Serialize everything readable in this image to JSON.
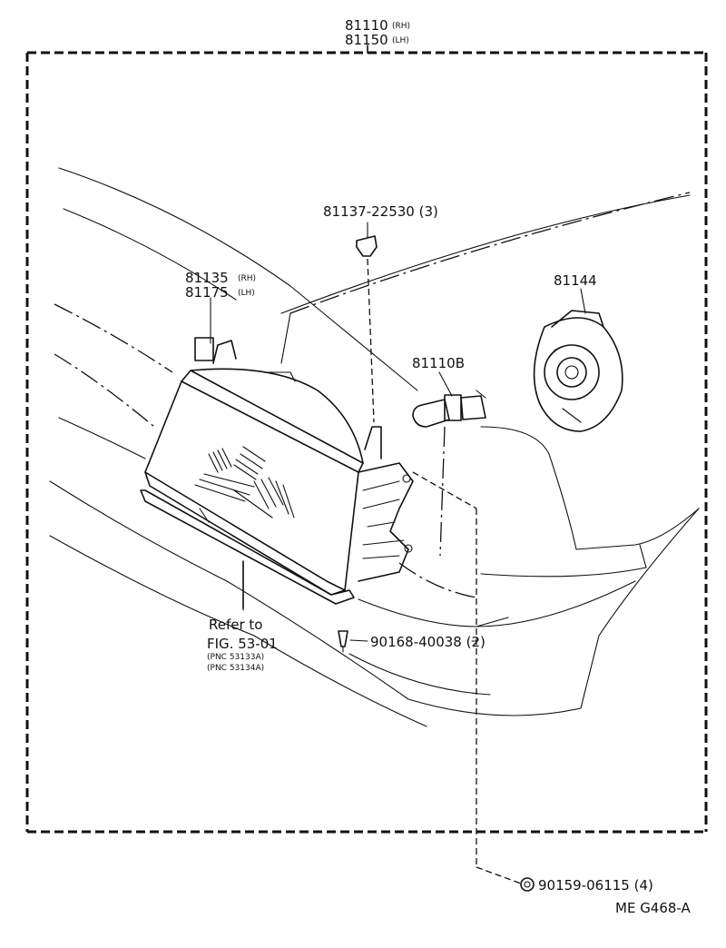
{
  "assembly": {
    "part_rh": "81110",
    "side_rh": "(RH)",
    "part_lh": "81150",
    "side_lh": "(LH)"
  },
  "parts": {
    "clip": "81137-22530 (3)",
    "housing_rh": "81135",
    "housing_rh_side": "(RH)",
    "housing_lh": "81175",
    "housing_lh_side": "(LH)",
    "bulb": "81110B",
    "cover": "81144",
    "screw": "90168-40038 (2)",
    "nut": "90159-06115 (4)"
  },
  "reference": {
    "line1": "Refer to",
    "line2": "FIG. 53-01",
    "pnc1": "(PNC 53133A)",
    "pnc2": "(PNC 53134A)"
  },
  "figure_code": "ME  G468-A"
}
